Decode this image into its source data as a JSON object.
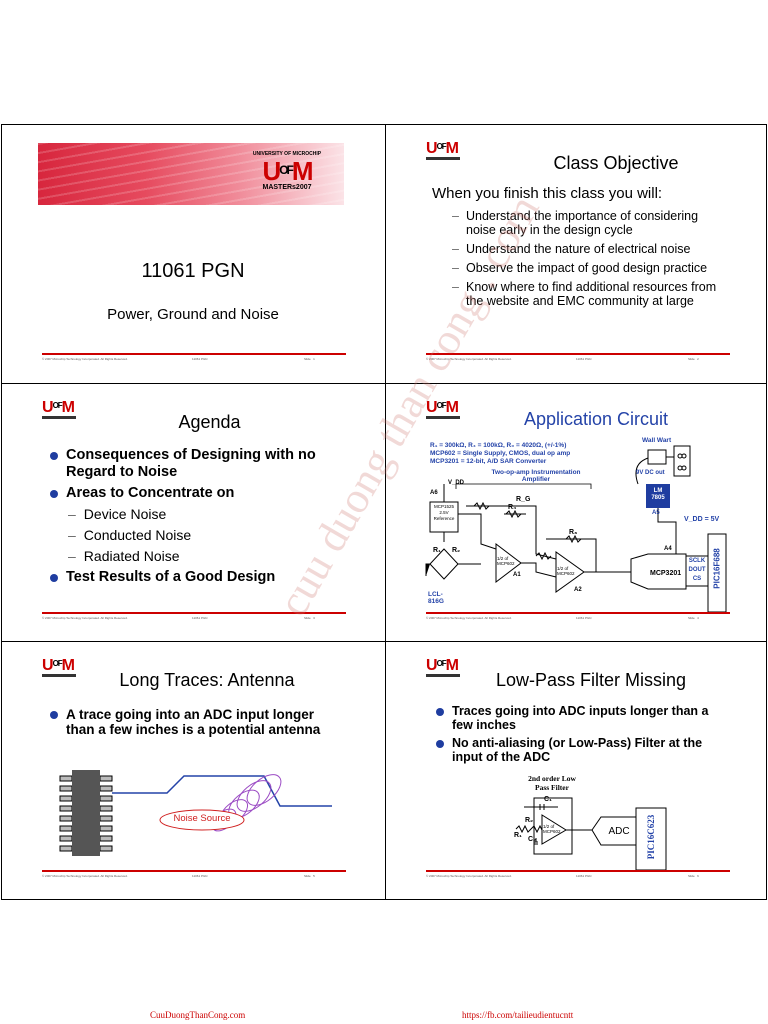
{
  "slides": {
    "s1": {
      "logo_text": "UNIVERSITY OF MICROCHIP",
      "logo_year": "MASTERs2007",
      "title": "11061 PGN",
      "subtitle": "Power, Ground and Noise"
    },
    "s2": {
      "title": "Class Objective",
      "lead": "When you finish this class you will:",
      "items": [
        "Understand the importance of considering noise early in the design cycle",
        "Understand the nature of electrical noise",
        "Observe the impact of good design practice",
        "Know where to find additional resources from the website and EMC community at large"
      ]
    },
    "s3": {
      "title": "Agenda",
      "b1": "Consequences of Designing with no Regard to Noise",
      "b2": "Areas to Concentrate on",
      "subs": [
        "Device Noise",
        "Conducted Noise",
        "Radiated Noise"
      ],
      "b3": "Test Results of a Good Design"
    },
    "s4": {
      "title": "Application Circuit",
      "spec1": "R₁ = 300kΩ, R₄ = 100kΩ, R₀ = 4020Ω, (+/-1%)",
      "spec2": "MCP602 = Single Supply, CMOS, dual op amp",
      "spec3": "MCP3201 = 12-bit, A/D SAR Converter",
      "amp_label": "Two-op-amp Instrumentation Amplifier",
      "wall_wart": "Wall Wart",
      "dc_out": "9V DC out",
      "reg": "LM 7805",
      "a5": "A5",
      "vdd5": "V_DD = 5V",
      "a6": "A6",
      "ref": "MCP1525 2.5V Reference",
      "vdd": "V_DD",
      "r1": "R₁",
      "r2": "R₂",
      "r3": "R₃",
      "r4": "R₄",
      "rg": "R_G",
      "op1": "1/2 of MCP602",
      "op2": "1/2 of MCP602",
      "a1": "A1",
      "a2": "A2",
      "a4": "A4",
      "lcl": "LCL-816G",
      "adc": "MCP3201",
      "pins": [
        "SCLK",
        "DOUT",
        "CS"
      ],
      "pic": "PIC16F688"
    },
    "s5": {
      "title": "Long Traces: Antenna",
      "bullet": "A trace going into an ADC input longer than a few inches is a potential antenna",
      "noise": "Noise Source"
    },
    "s6": {
      "title": "Low-Pass Filter Missing",
      "b1": "Traces going into ADC inputs longer than a few inches",
      "b2": "No anti-aliasing (or Low-Pass) Filter at the input of the ADC",
      "filter_label": "2nd order Low Pass Filter",
      "c1": "C₁",
      "c2": "C₂",
      "r1": "R₁",
      "r2": "R₂",
      "op": "1/2 of MCP602",
      "adc": "ADC",
      "pic": "PIC16C623"
    }
  },
  "footer": {
    "copyright": "© 2007 Microchip Technology Incorporated. All Rights Reserved.",
    "course": "11061 PGN",
    "slide_label": "Slide"
  },
  "watermark": "cuu duong than cong . com",
  "page_footer": {
    "left": "CuuDuongThanCong.com",
    "right": "https://fb.com/tailieudientucntt"
  }
}
